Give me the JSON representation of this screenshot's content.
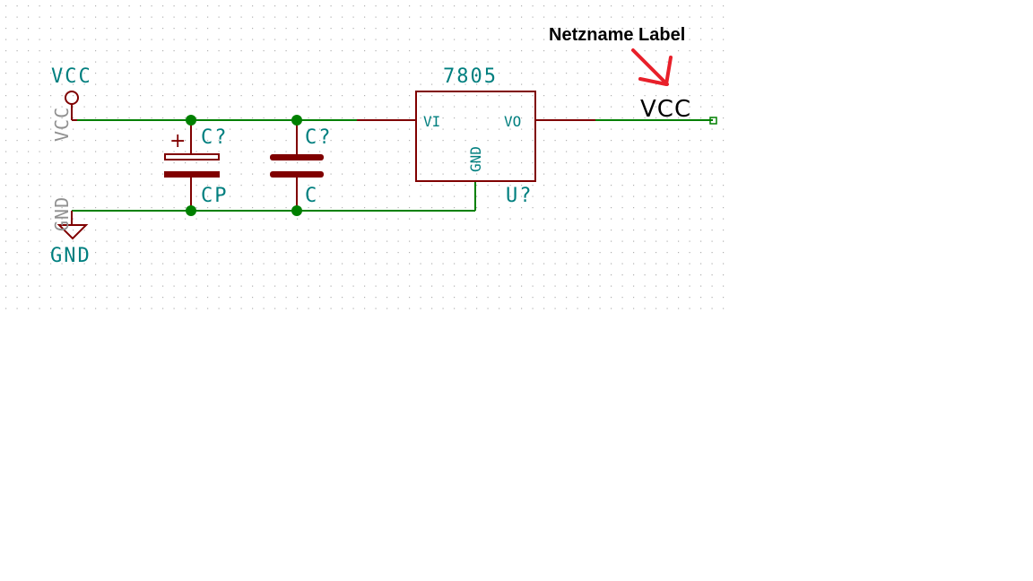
{
  "annotation": {
    "text": "Netzname Label",
    "arrow_color": "#e8202a"
  },
  "net_label": {
    "text": "VCC"
  },
  "power": {
    "vcc_value": "VCC",
    "vcc_ghost": "VCC",
    "gnd_value": "GND",
    "gnd_ghost": "GND"
  },
  "regulator": {
    "value": "7805",
    "ref": "U?",
    "pin_vi": "VI",
    "pin_vo": "VO",
    "pin_gnd": "GND"
  },
  "cap_polarized": {
    "ref": "C?",
    "value": "CP",
    "plus": "+"
  },
  "cap": {
    "ref": "C?",
    "value": "C"
  },
  "colors": {
    "wire": "#008000",
    "component": "#800000",
    "text": "#007f7f",
    "grid": "#b0b0b0",
    "junction": "#008000"
  }
}
